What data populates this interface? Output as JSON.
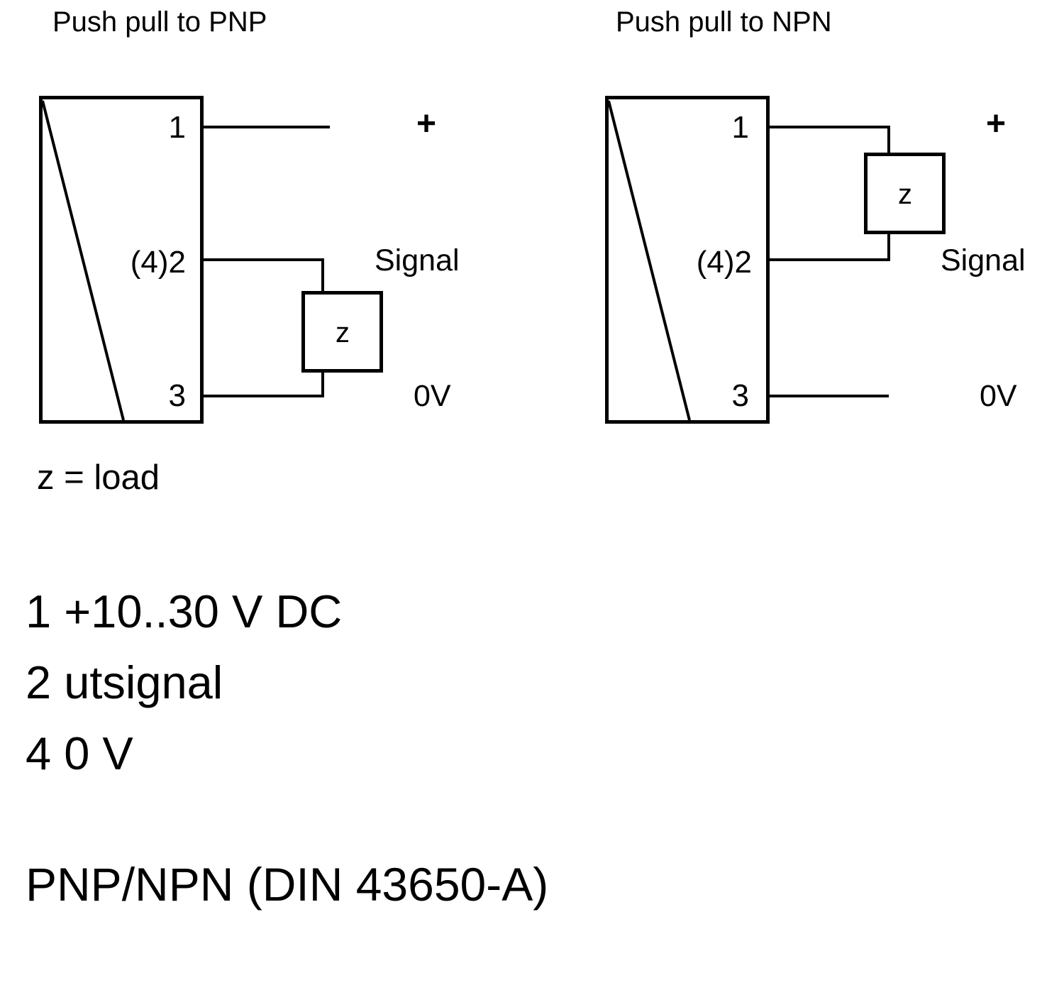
{
  "colors": {
    "background": "#ffffff",
    "line": "#000000"
  },
  "pnp": {
    "title": "Push pull to PNP",
    "terminal_1": "1",
    "terminal_2": "(4)2",
    "terminal_3": "3",
    "load_label": "z",
    "plus_label": "+",
    "signal_label": "Signal",
    "zero_volt_label": "0V"
  },
  "npn": {
    "title": "Push pull to NPN",
    "terminal_1": "1",
    "terminal_2": "(4)2",
    "terminal_3": "3",
    "load_label": "z",
    "plus_label": "+",
    "signal_label": "Signal",
    "zero_volt_label": "0V"
  },
  "legend": "z = load",
  "pin_list": [
    "1 +10..30 V DC",
    "2 utsignal",
    "4 0 V"
  ],
  "footer": "PNP/NPN (DIN 43650-A)"
}
